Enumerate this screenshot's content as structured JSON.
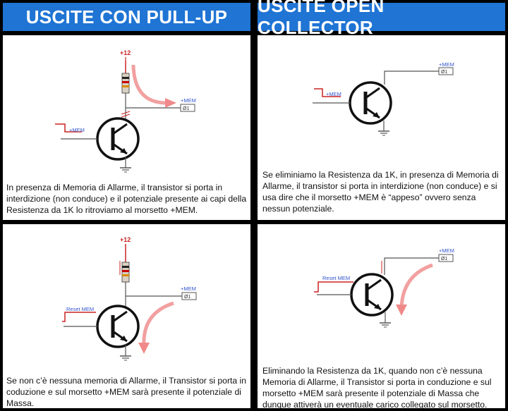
{
  "headers": {
    "left": "USCITE CON PULL-UP",
    "right": "USCITE OPEN COLLECTOR"
  },
  "labels": {
    "supply": "+12",
    "mem": "+MEM",
    "reset_mem": "Reset MEM",
    "terminal": "Ø1"
  },
  "colors": {
    "header_bg": "#1f74d4",
    "wire_red": "#cc2222",
    "arrow_pink": "#f08a8a",
    "label_blue": "#3355cc"
  },
  "panels": {
    "top_left": "In presenza di Memoria di Allarme, il transistor si porta in interdizione (non conduce) e il potenziale presente ai capi della Resistenza da 1K lo ritroviamo al morsetto +MEM.",
    "top_right": "Se eliminiamo la Resistenza da 1K, in presenza di Memoria di Allarme, il transistor si porta in interdizione (non conduce) e si usa dire che il morsetto +MEM è “appeso” ovvero senza nessun potenziale.",
    "bottom_left": "Se non c’è nessuna memoria di Allarme, il Transistor si porta in coduzione e sul morsetto +MEM sarà presente il potenziale di Massa.",
    "bottom_right": "Eliminando la Resistenza da 1K, quando non c’è nessuna Memoria di Allarme, il Transistor si porta in conduzione e sul morsetto +MEM sarà presente il potenziale di Massa che dunque attiverà un eventuale carico collegato sul morsetto."
  }
}
